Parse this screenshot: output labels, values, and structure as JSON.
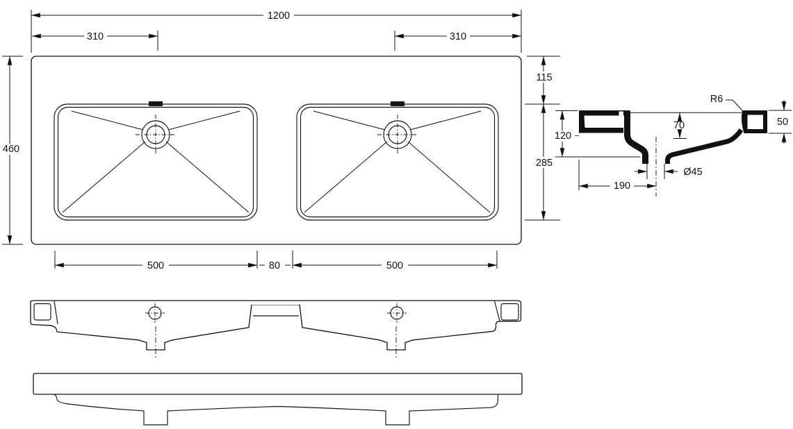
{
  "drawing": {
    "background": "#ffffff",
    "line_color": "#111111",
    "plan": {
      "width": "1200",
      "left_offset": "310",
      "right_offset": "310",
      "depth": "460",
      "rim_to_bowl": "115",
      "bowl_depth": "285",
      "bowl_left": "500",
      "gap": "80",
      "bowl_right": "500"
    },
    "section": {
      "radius": "R6",
      "apron": "50",
      "front_depth": "70",
      "back_depth": "120",
      "drain": "Ø45",
      "back_to_drain": "190"
    }
  }
}
